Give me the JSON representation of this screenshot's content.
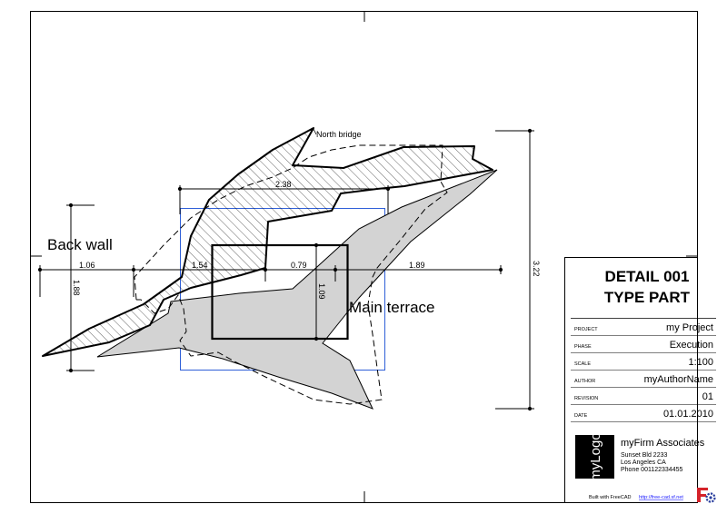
{
  "drawing": {
    "labels": {
      "north_bridge": "North bridge",
      "back_wall": "Back wall",
      "main_terrace": "Main terrace"
    },
    "dimensions": {
      "top_width": "2.38",
      "left_segment": "1.06",
      "mid_segment_1": "1.54",
      "mid_segment_2": "0.79",
      "right_segment": "1.89",
      "left_height": "1.88",
      "inner_height": "1.09",
      "overall_height": "3.22"
    }
  },
  "title_block": {
    "title_line1": "DETAIL 001",
    "title_line2": "TYPE PART",
    "rows": [
      {
        "label": "PROJECT",
        "value": "my Project"
      },
      {
        "label": "PHASE",
        "value": "Execution"
      },
      {
        "label": "SCALE",
        "value": "1:100"
      },
      {
        "label": "AUTHOR",
        "value": "myAuthorName"
      },
      {
        "label": "REVISION",
        "value": "01"
      },
      {
        "label": "DATE",
        "value": "01.01.2010"
      }
    ],
    "logo_text": "myLogo",
    "firm_name": "myFirm Associates",
    "address_line1": "Sunset Bld 2233",
    "address_line2": "Los Angeles CA",
    "phone": "Phone 001122334455"
  },
  "footer": {
    "built_with": "Built with FreeCAD",
    "url": "http://free-cad.sf.net"
  },
  "colors": {
    "ink": "#000000",
    "fill_gray": "#d3d3d3",
    "view_frame_blue": "#2f5fd8",
    "link_blue": "#1a1aff",
    "freecad_red": "#d5232a",
    "freecad_blue": "#2a3f9e"
  }
}
